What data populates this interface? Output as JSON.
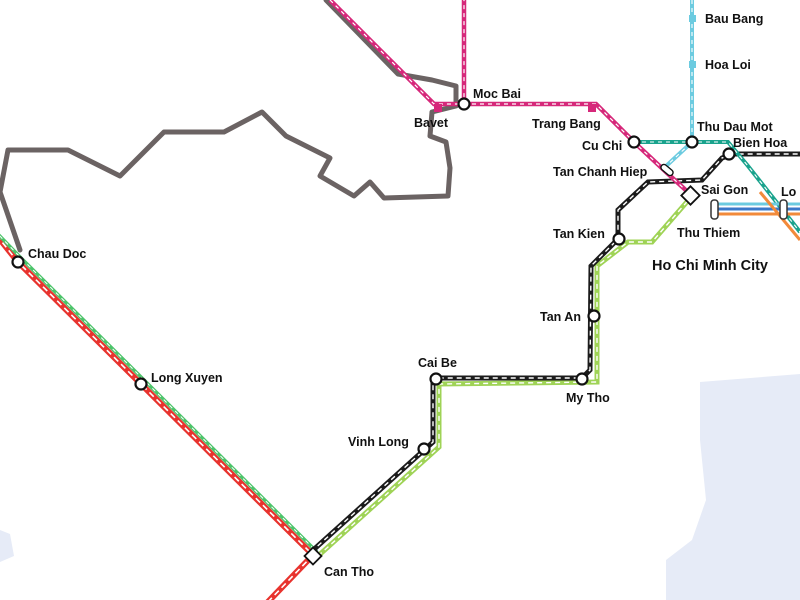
{
  "map": {
    "city_label": "Ho Chi Minh City",
    "colors": {
      "background": "#ffffff",
      "water": "#e6ebf7",
      "border": "#6b6363",
      "line_red": "#e8332e",
      "line_green": "#4cc46a",
      "line_black": "#1b1b1b",
      "line_lime": "#9fd356",
      "line_magenta": "#d6287a",
      "line_cyan": "#6ccbe0",
      "line_teal": "#1aa38d",
      "line_blue": "#3b78c9",
      "line_orange": "#f28a3a"
    },
    "stations": {
      "chau_doc": "Chau Doc",
      "long_xuyen": "Long Xuyen",
      "can_tho": "Can Tho",
      "vinh_long": "Vinh Long",
      "cai_be": "Cai Be",
      "my_tho": "My Tho",
      "tan_an": "Tan An",
      "tan_kien": "Tan Kien",
      "sai_gon": "Sai Gon",
      "tan_chanh_hiep": "Tan Chanh Hiep",
      "cu_chi": "Cu Chi",
      "thu_dau_mot": "Thu Dau Mot",
      "bien_hoa": "Bien Hoa",
      "thu_thiem": "Thu Thiem",
      "trang_bang": "Trang Bang",
      "moc_bai": "Moc Bai",
      "bavet": "Bavet",
      "bau_bang": "Bau Bang",
      "hoa_loi": "Hoa Loi",
      "lo_partial": "Lo"
    }
  }
}
